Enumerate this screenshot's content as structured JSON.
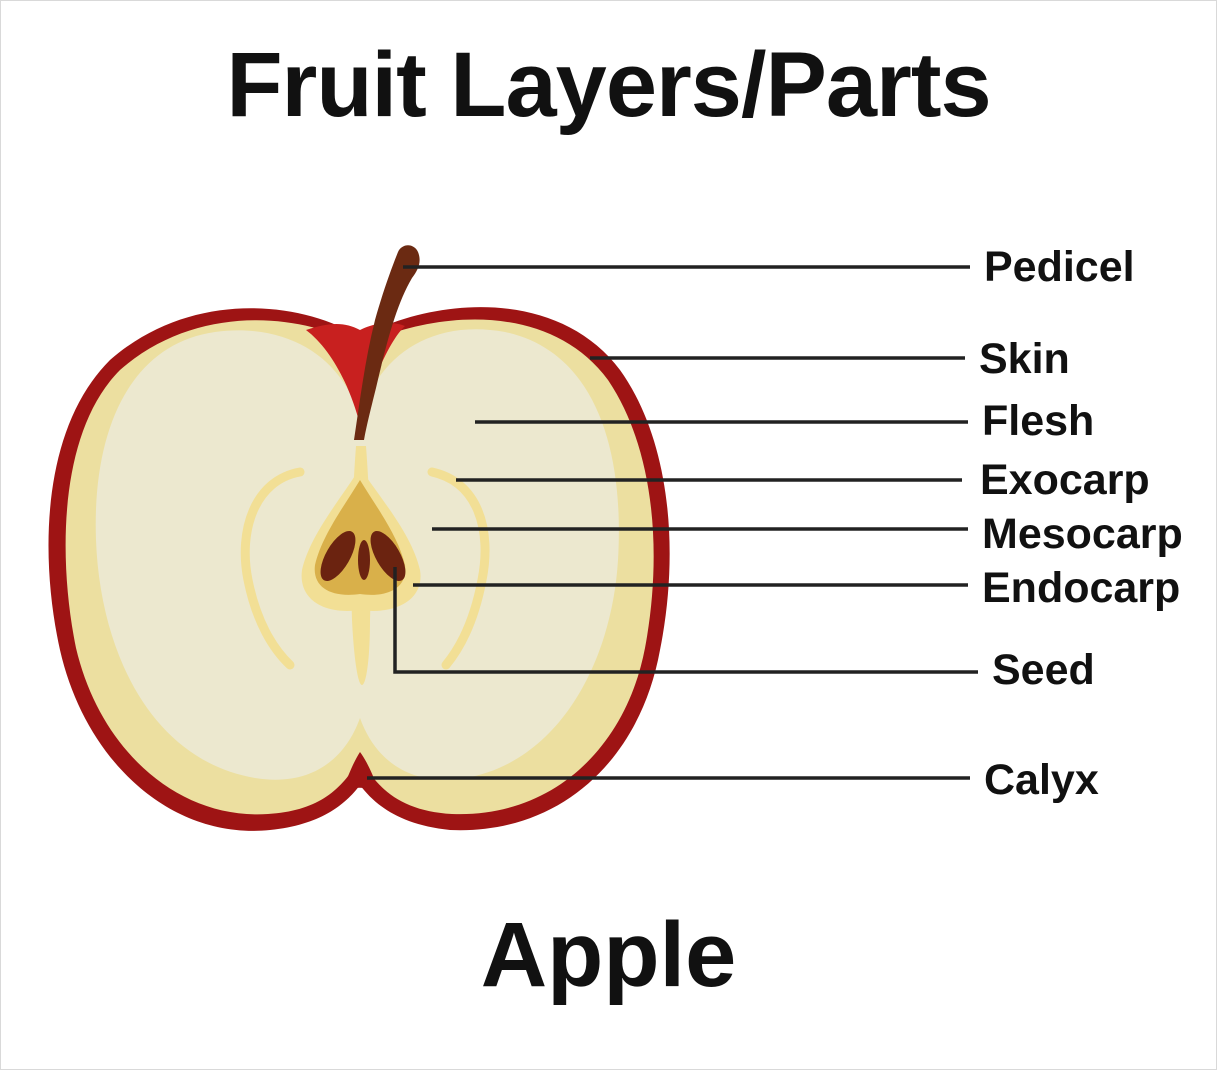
{
  "title": "Fruit Layers/Parts",
  "caption": "Apple",
  "colors": {
    "skin": "#9e1414",
    "outer_flesh": "#ecdfa0",
    "inner_flesh": "#ece8cf",
    "core_vein": "#f2df95",
    "core": "#d9b04a",
    "seed": "#6b2310",
    "stem": "#6b2a12",
    "notch_red": "#c8201f",
    "leader_line": "#222222",
    "text": "#111111"
  },
  "labels": [
    {
      "id": "pedicel",
      "text": "Pedicel"
    },
    {
      "id": "skin",
      "text": "Skin"
    },
    {
      "id": "flesh",
      "text": "Flesh"
    },
    {
      "id": "exocarp",
      "text": "Exocarp"
    },
    {
      "id": "mesocarp",
      "text": "Mesocarp"
    },
    {
      "id": "endocarp",
      "text": "Endocarp"
    },
    {
      "id": "seed",
      "text": "Seed"
    },
    {
      "id": "calyx",
      "text": "Calyx"
    }
  ]
}
